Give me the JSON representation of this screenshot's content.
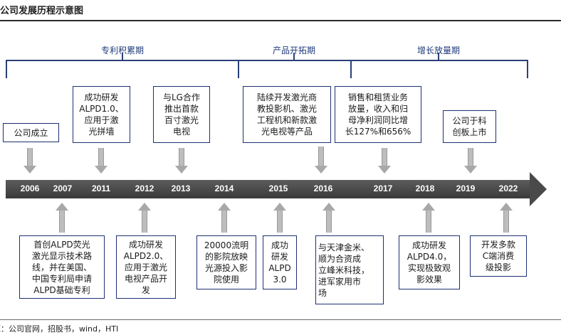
{
  "title": "公司发展历程示意图",
  "source": "源：公司官网，招股书，wind，HTI",
  "phases": [
    {
      "label": "专利积累期"
    },
    {
      "label": "产品开拓期"
    },
    {
      "label": "增长放量期"
    }
  ],
  "years": [
    "2006",
    "2007",
    "2011",
    "2012",
    "2013",
    "2014",
    "2015",
    "2016",
    "2017",
    "2018",
    "2019",
    "2022"
  ],
  "events_top": [
    "公司成立",
    "成功研发\nALPD1.0、\n应用于激\n光拼墙",
    "与LG合作\n推出首款\n百寸激光\n电视",
    "陆续开发激光商\n教投影机、激光\n工程机和新款激\n光电视等产品",
    "销售和租赁业务\n放量，收入和归\n母净利润同比增\n长127%和656%",
    "公司于科\n创板上市"
  ],
  "events_bottom": [
    "首创ALPD荧光\n激光显示技术路\n线，并在美国、\n中国专利局申请\nALPD基础专利",
    "成功研发\nALPD2.0、\n应用于激光\n电视产品开\n发",
    "20000流明\n的影院放映\n光源投入影\n院使用",
    "成功\n研发\nALPD\n3.0",
    "与天津金米、\n顺为合资成\n立峰米科技，\n进军家用市\n场",
    "成功研发\nALPD4.0，\n实现极致观\n影效果",
    "开发多款\nC端消费\n级投影"
  ],
  "colors": {
    "box_border": "#1e2f73",
    "phase_text": "#1f3a7a",
    "timeline": "#4a4a4a",
    "arrow": "#bdbdbd"
  }
}
